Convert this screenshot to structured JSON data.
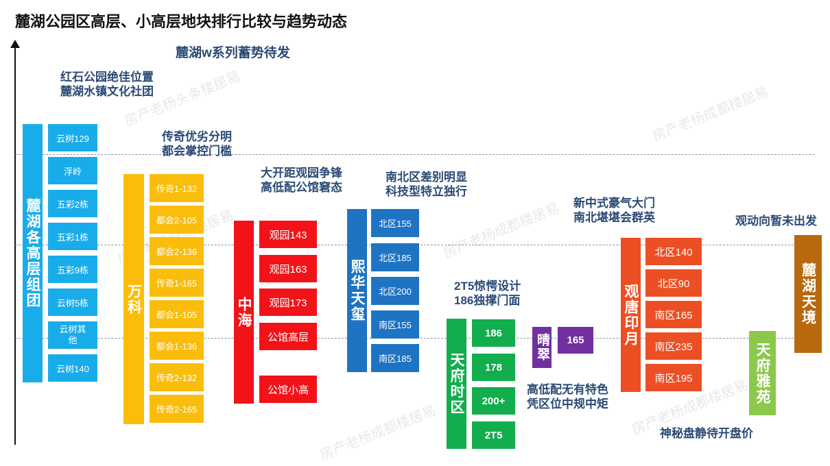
{
  "title": "麓湖公园区高层、小高层地块排行比较与趋势动态",
  "notes": {
    "w_series": "麓湖w系列蓄势待发",
    "hongshi": "红石公园绝佳位置\n麓湖水镇文化社团",
    "chuanqi": "传奇优劣分明\n都会掌控门槛",
    "daikai": "大开距观园争锋\n高低配公馆窘态",
    "nanbei": "南北区差别明显\n科技型特立独行",
    "t25": "2T5惊愕设计\n186独撑门面",
    "xinzhong": "新中式豪气大门\n南北堪堪会群英",
    "guandong": "观动向暂未出发",
    "gaodipei": "高低配无有特色\n凭区位中规中矩",
    "shenmi": "神秘盘静待开盘价"
  },
  "groups": {
    "luhu": {
      "label": "麓湖各高层组团",
      "items": [
        "云树129",
        "浮岭",
        "五彩2栋",
        "五彩1栋",
        "五彩9栋",
        "云树5栋",
        "云树其他",
        "云树140"
      ]
    },
    "wanke": {
      "label": "万科",
      "items": [
        "传奇1-132",
        "都会2-105",
        "都会2-136",
        "传奇1-165",
        "都会1-105",
        "都会1-136",
        "传奇2-132",
        "传奇2-165"
      ]
    },
    "zhonghai": {
      "label": "中海",
      "items": [
        "观园143",
        "观园163",
        "观园173",
        "公馆高层",
        "公馆小高"
      ]
    },
    "xihua": {
      "label": "熙华天玺",
      "items": [
        "北区155",
        "北区185",
        "北区200",
        "南区155",
        "南区185"
      ]
    },
    "tianfu_shiqu": {
      "label": "天府时区",
      "items": [
        "186",
        "178",
        "200+",
        "2T5"
      ]
    },
    "qingcui": {
      "label": "晴翠",
      "items": [
        "165"
      ]
    },
    "guantang": {
      "label": "观唐印月",
      "items": [
        "北区140",
        "北区90",
        "南区165",
        "南区235",
        "南区195"
      ]
    },
    "tianfu_yayuan": {
      "label": "天府雅苑"
    },
    "luhu_tianjing": {
      "label": "麓湖天境"
    }
  },
  "watermark": "房产老杨成都楼居易",
  "watermark_alt": "房产老杨头条楼居易",
  "colors": {
    "luhu": "#19acea",
    "wanke": "#fbbd0b",
    "zhonghai": "#f11318",
    "xihua": "#1f73c3",
    "tianfu_shiqu": "#12ad4c",
    "qingcui": "#7030a0",
    "guantang": "#ec4f24",
    "tianfu_yayuan": "#8cc84b",
    "luhu_tianjing": "#b8690e",
    "note": "#2b4a75"
  }
}
